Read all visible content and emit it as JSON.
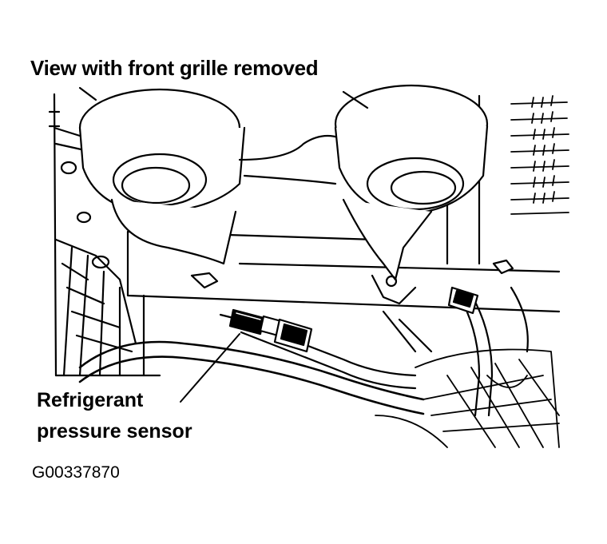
{
  "figure": {
    "title": "View with front grille removed",
    "callout": {
      "line1": "Refrigerant",
      "line2": "pressure sensor"
    },
    "figure_id": "G00337870"
  },
  "colors": {
    "ink": "#000000",
    "paper": "#ffffff"
  }
}
